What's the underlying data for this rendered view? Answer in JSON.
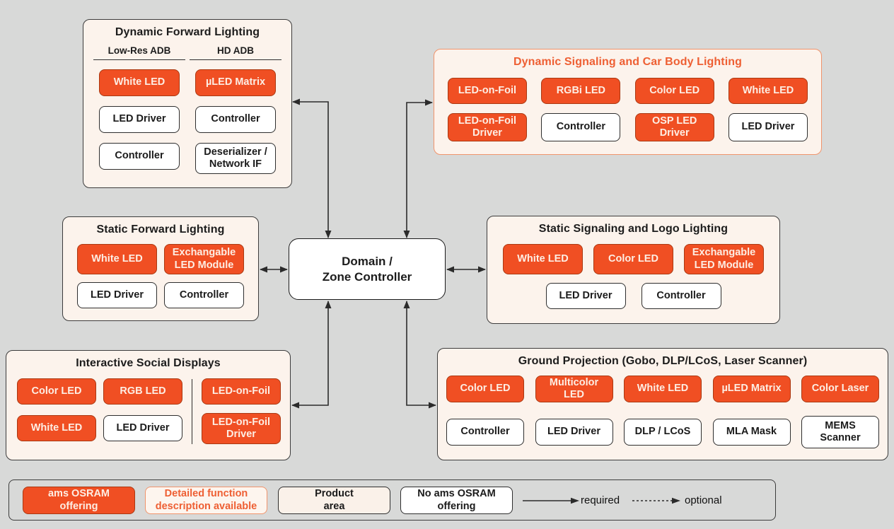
{
  "colors": {
    "accent_orange": "#f04f23",
    "panel_cream": "#fcf3ec",
    "page_gray": "#d8d9d8",
    "highlight_border": "#f0946c",
    "highlight_text": "#ee5f33"
  },
  "center": {
    "label": "Domain /\nZone Controller"
  },
  "panels": {
    "dynamic_forward_lighting": {
      "title": "Dynamic Forward Lighting",
      "columns": [
        {
          "header": "Low-Res ADB",
          "items": [
            "White LED",
            "LED Driver",
            "Controller"
          ]
        },
        {
          "header": "HD ADB",
          "items": [
            "µLED Matrix",
            "Controller",
            "Deserializer /\nNetwork IF"
          ]
        }
      ]
    },
    "dynamic_signaling": {
      "title": "Dynamic Signaling and Car Body Lighting",
      "row1": [
        "LED-on-Foil",
        "RGBi LED",
        "Color LED",
        "White LED"
      ],
      "row2": [
        "LED-on-Foil\nDriver",
        "Controller",
        "OSP LED\nDriver",
        "LED Driver"
      ]
    },
    "static_forward_lighting": {
      "title": "Static Forward Lighting",
      "row1": [
        "White LED",
        "Exchangable\nLED Module"
      ],
      "row2": [
        "LED Driver",
        "Controller"
      ]
    },
    "static_signaling": {
      "title": "Static Signaling and Logo Lighting",
      "row1": [
        "White LED",
        "Color LED",
        "Exchangable\nLED Module"
      ],
      "row2": [
        "LED Driver",
        "Controller"
      ]
    },
    "interactive_social_displays": {
      "title": "Interactive Social Displays",
      "left_row1": [
        "Color LED",
        "RGB LED"
      ],
      "left_row2": [
        "White LED",
        "LED Driver"
      ],
      "right_items": [
        "LED-on-Foil",
        "LED-on-Foil\nDriver"
      ]
    },
    "ground_projection": {
      "title": "Ground Projection (Gobo, DLP/LCoS, Laser Scanner)",
      "row1": [
        "Color LED",
        "Multicolor LED",
        "White LED",
        "µLED Matrix",
        "Color Laser"
      ],
      "row2": [
        "Controller",
        "LED Driver",
        "DLP / LCoS",
        "MLA Mask",
        "MEMS\nScanner"
      ]
    }
  },
  "legend": {
    "ams_offering": "ams OSRAM\noffering",
    "detailed_function": "Detailed function\ndescription available",
    "product_area": "Product\narea",
    "no_offering": "No ams OSRAM\noffering",
    "required": "required",
    "optional": "optional"
  }
}
